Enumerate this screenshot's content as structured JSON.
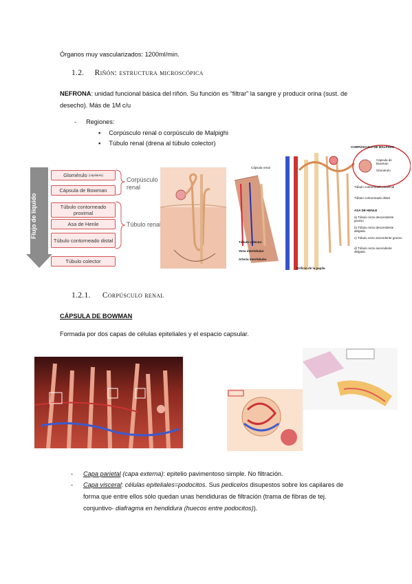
{
  "intro_line": "Órganos muy vascularizados: 1200ml/min.",
  "section_1_2": {
    "number": "1.2.",
    "title": "Riñón: estructura microscópica"
  },
  "nefrona": {
    "term": "NEFRONA",
    "text": ": unidad funcional básica del riñón. Su función es “filtrar” la sangre y producir orina (sust. de desecho). Más de 1M c/u"
  },
  "regiones": {
    "label": "Regiones:",
    "items": [
      "Corpúsculo renal o corpúsculo de Malpighi",
      "Túbulo renal (drena al túbulo colector)"
    ]
  },
  "diagram1": {
    "flow_label": "Flujo de líquido",
    "boxes": [
      "Glomérulo",
      "(capilares)",
      "Cápsula de Bowman",
      "Túbulo contorneado proximal",
      "Asa de Henle",
      "Túbulo contorneado distal",
      "Túbulo colector"
    ],
    "group_labels": [
      "Corpúsculo renal",
      "Túbulo renal"
    ],
    "colors": {
      "box_border": "#d05454",
      "box_fill": "#fde9e9",
      "arrow": "#8c8c8c"
    }
  },
  "diagram2": {
    "labels": [
      "CORPÚSCULO DE MALPIGHI",
      "Cápsula de Bowman",
      "Glomérulo",
      "Cápsula renal",
      "Túbulo contorneado proximal",
      "Túbulo contorneado distal",
      "ASA DE HENLE",
      "a) Túbulo recto descendente grueso",
      "b) Túbulo recto descendente delgado",
      "c) Túbulo recto ascendente grueso",
      "d) Túbulo recto ascendente delgado",
      "Túbulo colector",
      "Vena interlobular",
      "Arteria interlobular",
      "Orificio de la papila"
    ]
  },
  "section_1_2_1": {
    "number": "1.2.1.",
    "title": "Corpúsculo renal"
  },
  "capsula": {
    "heading": "CÁPSULA DE BOWMAN",
    "text": "Formada por dos capas de células epiteliales y el espacio capsular."
  },
  "bullets": [
    {
      "term": "Capa parietal",
      "paren": " (capa externa)",
      "rest": ": epitelio pavimentoso simple. No filtración."
    },
    {
      "term": "Capa visceral",
      "colon": ": ",
      "it1": "células epiteliales=podocitos.",
      "mid": " Sus ",
      "it2": "pedicelos",
      "rest": " disupestos sobre los capilares de forma que entre ellos sólo quedan unas hendiduras de filtración (trama de fibras de tej. conjuntivo- ",
      "it3": "diafragma en hendidura (huecos entre podocitos)",
      "end": ")."
    }
  ]
}
